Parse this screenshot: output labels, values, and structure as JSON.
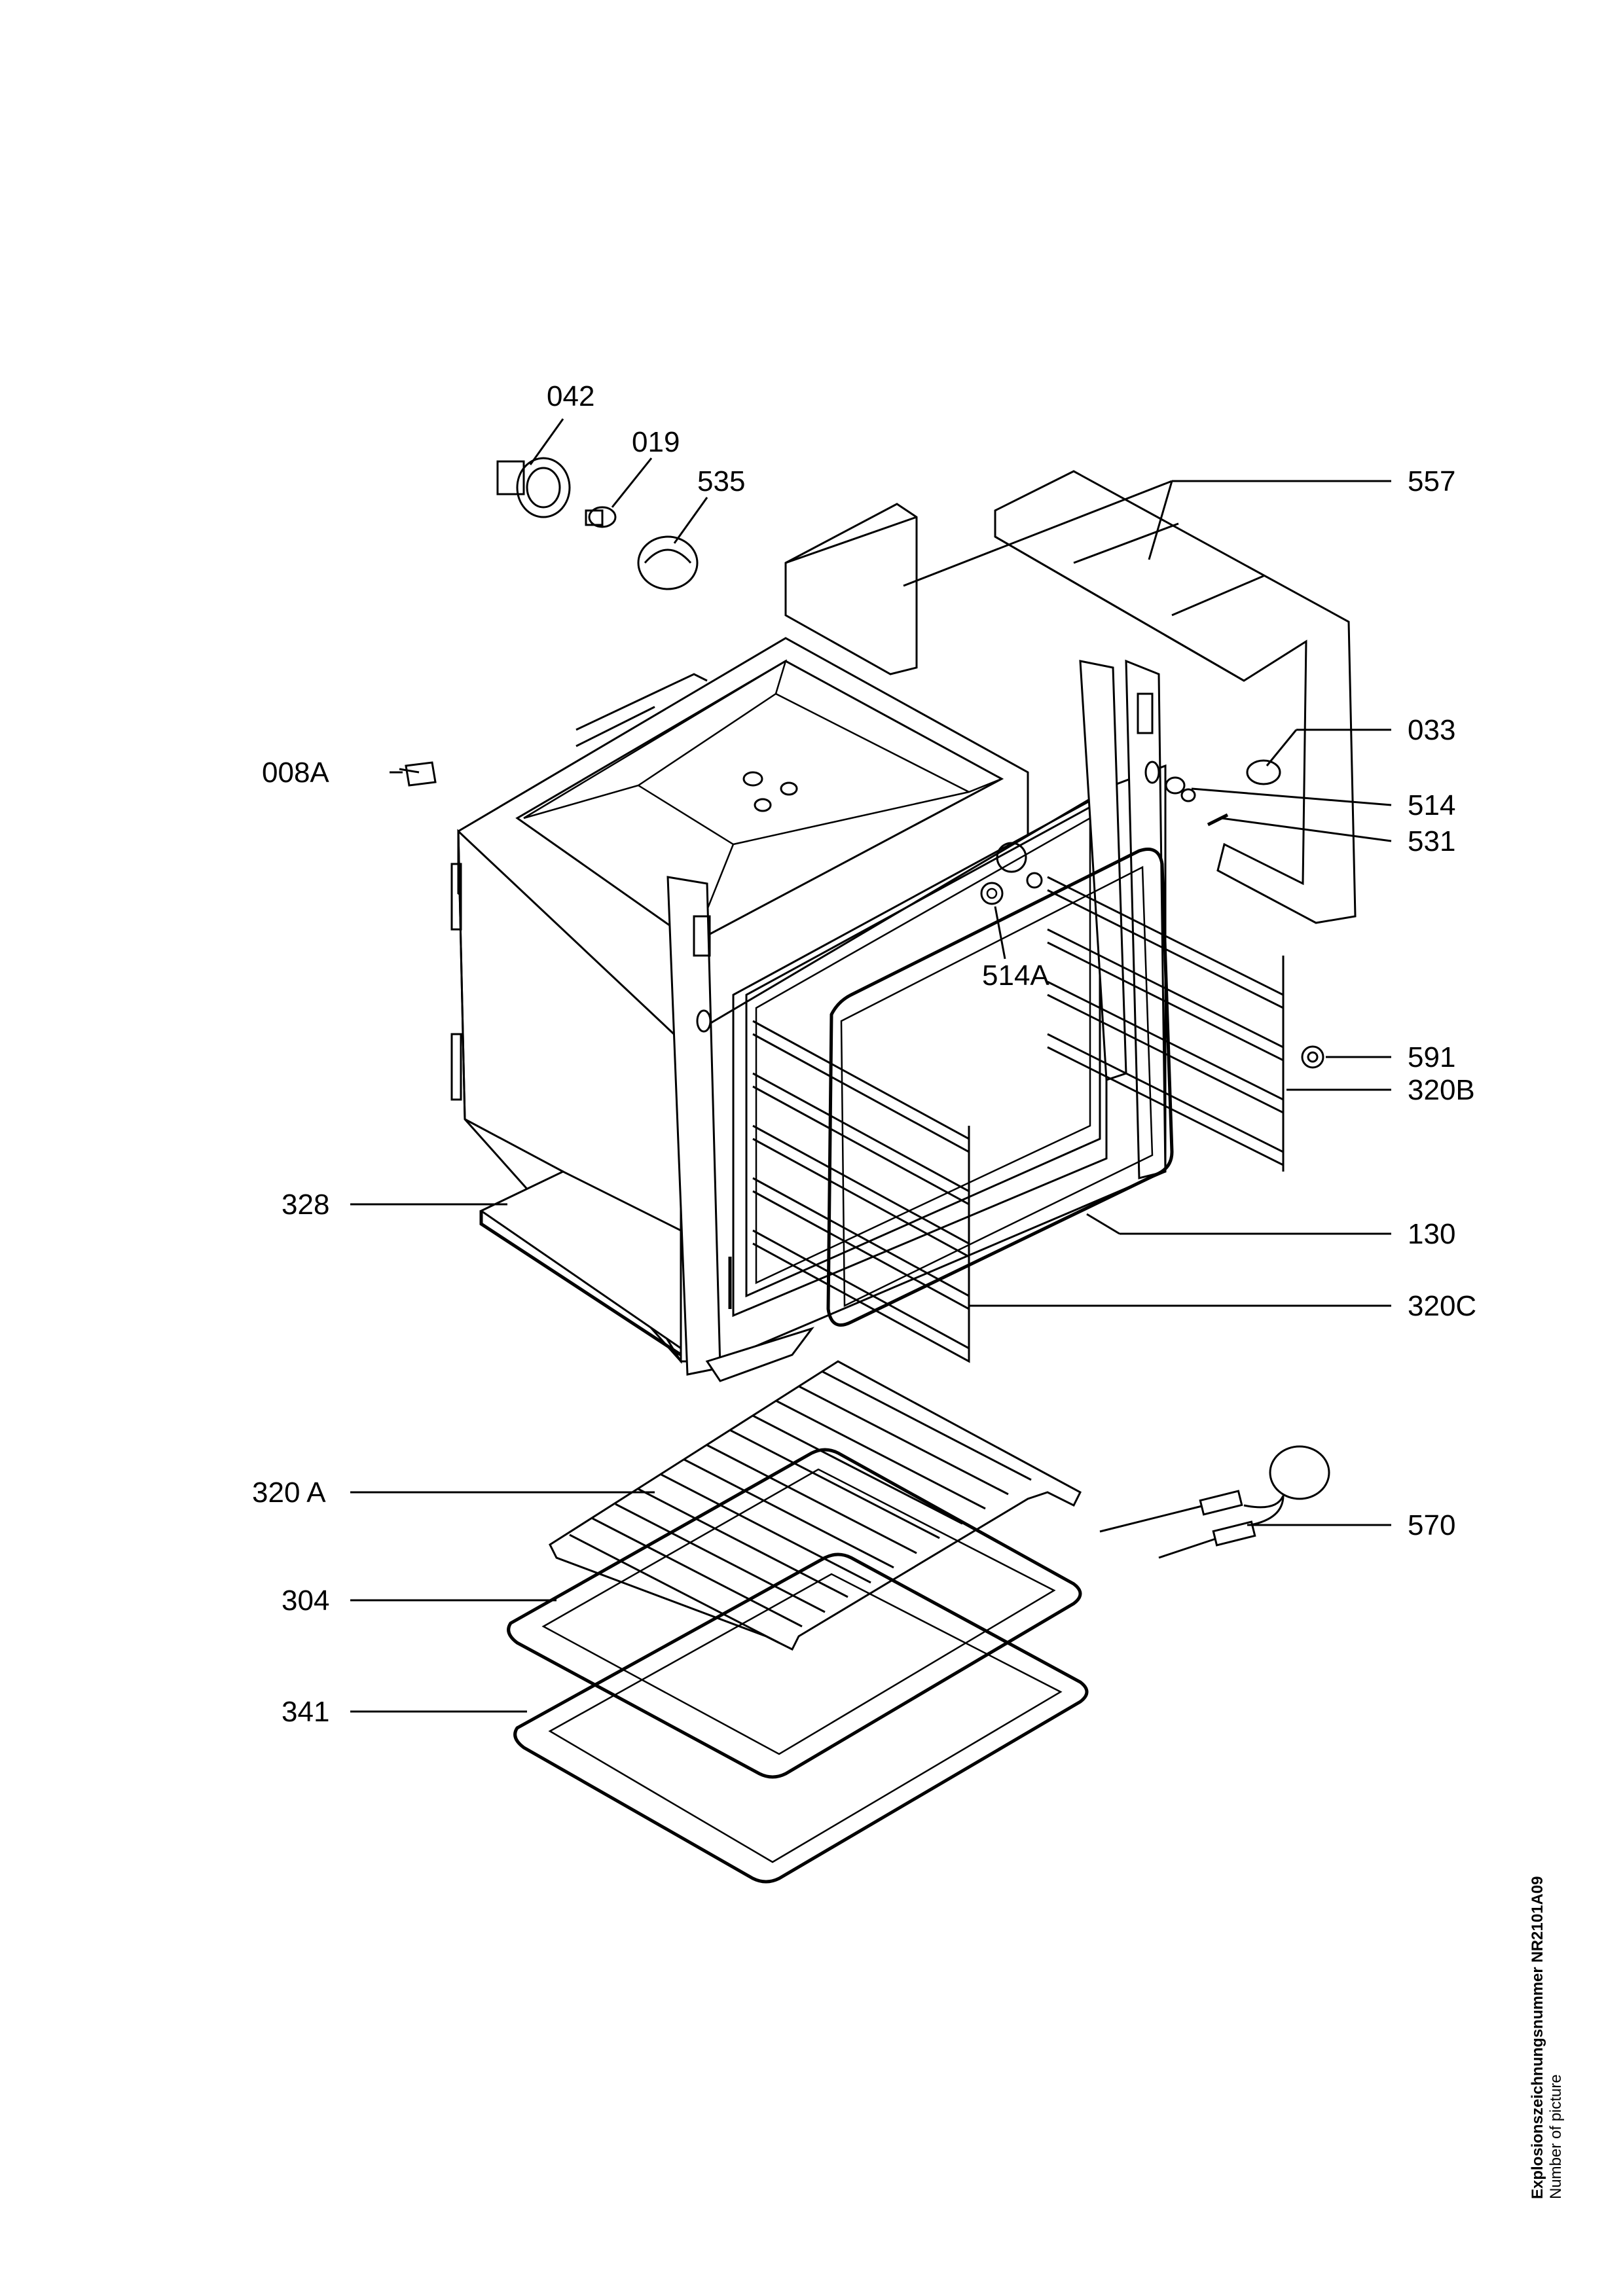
{
  "labels": {
    "p042": "042",
    "p019": "019",
    "p535": "535",
    "p557": "557",
    "p008A": "008A",
    "p033": "033",
    "p514": "514",
    "p531": "531",
    "p514A": "514A",
    "p591": "591",
    "p320B": "320B",
    "p328": "328",
    "p130": "130",
    "p320C": "320C",
    "p320A": "320 A",
    "p570": "570",
    "p304": "304",
    "p341": "341"
  },
  "sidenote": {
    "title": "Explosionszeichnungsnummer NR2101A09",
    "subtitle": "Number of picture"
  }
}
